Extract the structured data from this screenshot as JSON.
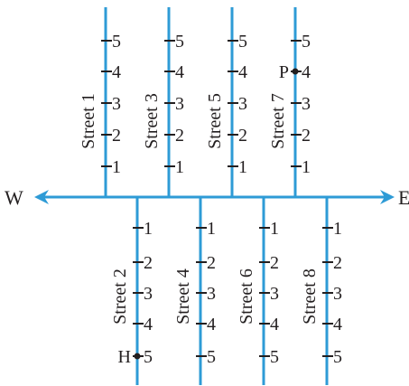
{
  "colors": {
    "line": "#2e9bd6",
    "ink": "#231f20",
    "background": "#ffffff"
  },
  "directions": {
    "west": "W",
    "east": "E"
  },
  "north_streets": [
    {
      "label": "Street 1",
      "markers": [
        "1",
        "2",
        "3",
        "4",
        "5"
      ]
    },
    {
      "label": "Street 3",
      "markers": [
        "1",
        "2",
        "3",
        "4",
        "5"
      ]
    },
    {
      "label": "Street 5",
      "markers": [
        "1",
        "2",
        "3",
        "4",
        "5"
      ]
    },
    {
      "label": "Street 7",
      "markers": [
        "1",
        "2",
        "3",
        "4",
        "5"
      ]
    }
  ],
  "south_streets": [
    {
      "label": "Street 2",
      "markers": [
        "1",
        "2",
        "3",
        "4",
        "5"
      ]
    },
    {
      "label": "Street 4",
      "markers": [
        "1",
        "2",
        "3",
        "4",
        "5"
      ]
    },
    {
      "label": "Street 6",
      "markers": [
        "1",
        "2",
        "3",
        "4",
        "5"
      ]
    },
    {
      "label": "Street 8",
      "markers": [
        "1",
        "2",
        "3",
        "4",
        "5"
      ]
    }
  ],
  "points": [
    {
      "label": "P",
      "street": "Street 7",
      "marker": "4"
    },
    {
      "label": "H",
      "street": "Street 2",
      "marker": "5"
    }
  ]
}
